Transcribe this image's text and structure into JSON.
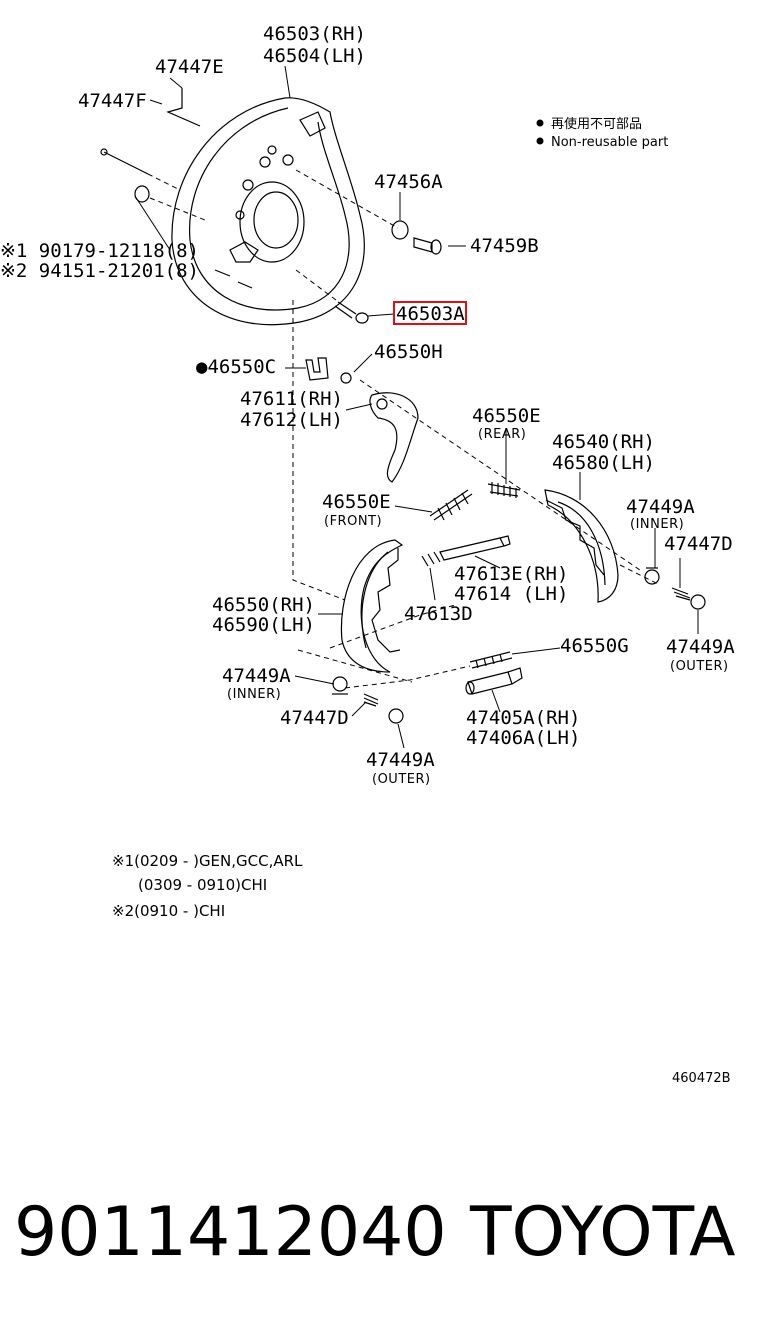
{
  "legend": {
    "line1": "再使用不可部品",
    "line2": "Non-reusable part"
  },
  "labels": {
    "backing_plate": [
      "46503(RH)",
      "46504(LH)"
    ],
    "p47447E": "47447E",
    "p47447F": "47447F",
    "p47456A": "47456A",
    "p47459B": "47459B",
    "bolt_1": "※1 90179-12118(8)",
    "bolt_2": "※2 94151-21201(8)",
    "p46503A": "46503A",
    "p46550C": "●46550C",
    "p46550H": "46550H",
    "lever": [
      "47611(RH)",
      "47612(LH)"
    ],
    "p46550E_rear": "46550E",
    "rear": "(REAR)",
    "shoe_rear": [
      "46540(RH)",
      "46580(LH)"
    ],
    "p46550E_front": "46550E",
    "front": "(FRONT)",
    "p47449A_inner_r": "47449A",
    "inner_r": "(INNER)",
    "p47447D_r": "47447D",
    "strut": [
      "47613E(RH)",
      "47614  (LH)"
    ],
    "p47613D": "47613D",
    "shoe_front": [
      "46550(RH)",
      "46590(LH)"
    ],
    "p47449A_outer_r": "47449A",
    "outer_r": "(OUTER)",
    "p46550G": "46550G",
    "p47449A_inner_l": "47449A",
    "inner_l": "(INNER)",
    "p47447D_l": "47447D",
    "adjuster": [
      "47405A(RH)",
      "47406A(LH)"
    ],
    "p47449A_outer_l": "47449A",
    "outer_l": "(OUTER)"
  },
  "notes": {
    "n1a": "※1(0209 -    )GEN,GCC,ARL",
    "n1b": "(0309 - 0910)CHI",
    "n2": "※2(0910 -    )CHI"
  },
  "diagram_ref": "460472B",
  "part_number": "9011412040",
  "brand": "TOYOTA",
  "colors": {
    "highlight": "#dd1111",
    "ink": "#000000"
  }
}
